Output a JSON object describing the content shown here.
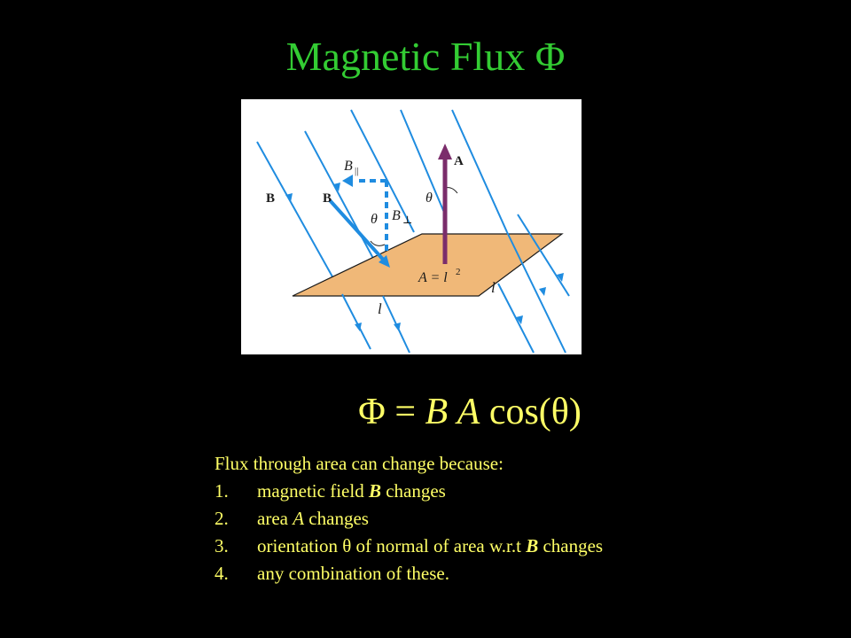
{
  "slide": {
    "title": "Magnetic Flux Φ"
  },
  "figure": {
    "labels": {
      "b_left": "B",
      "b_vector": "B",
      "b_parallel": "B",
      "b_parallel_sub": "||",
      "b_perp": "B",
      "b_perp_sub": "⊥",
      "theta_left": "θ",
      "theta_right": "θ",
      "area_vector": "A",
      "area_eq": "A = l",
      "area_exp": "2",
      "side_bottom": "l",
      "side_right": "l"
    },
    "colors": {
      "field_lines": "#1f8ce0",
      "area_vector": "#7b2d6b",
      "plane_fill": "#f0b878",
      "plane_stroke": "#1a1a1a"
    }
  },
  "equation": {
    "phi": "Φ",
    "eq": "=",
    "b": "B",
    "a": "A",
    "cos": "cos(θ)"
  },
  "notes": {
    "intro": "Flux through area can change because:",
    "items": [
      {
        "num": "1.",
        "pre": "magnetic field ",
        "em": "B",
        "post": " changes"
      },
      {
        "num": "2.",
        "pre": "area ",
        "em": "A",
        "post": " changes"
      },
      {
        "num": "3.",
        "pre": "orientation θ of normal of area w.r.t ",
        "em": "B",
        "post": " changes"
      },
      {
        "num": "4.",
        "pre": "any combination of these.",
        "em": "",
        "post": ""
      }
    ]
  }
}
